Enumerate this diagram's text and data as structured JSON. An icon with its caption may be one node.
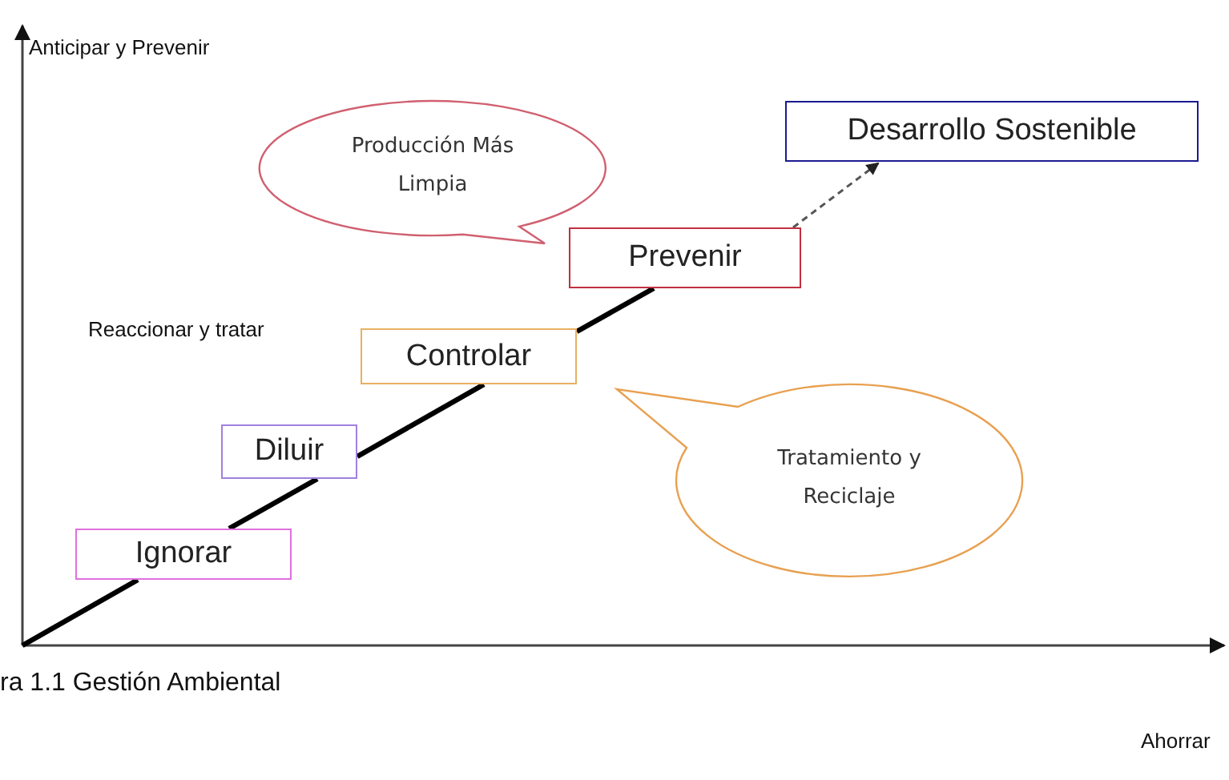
{
  "diagram": {
    "caption": "ra 1.1 Gestión Ambiental",
    "nodes": [
      {
        "text": [
          "Producción Más Limpia"
        ]
      },
      {
        "text": [
          "Desarrollo Sostenible"
        ]
      },
      {
        "text": [
          "Prevenir"
        ]
      },
      {
        "text": [
          "Controlar"
        ]
      },
      {
        "text": [
          "Tratamiento y Reciclaje"
        ]
      },
      {
        "text": [
          "Diluir"
        ]
      },
      {
        "text": [
          "Ignorar"
        ]
      }
    ],
    "edges": [
      {
        "from": null,
        "to": 6,
        "arrow": "none"
      },
      {
        "from": 6,
        "to": 5,
        "arrow": "none"
      },
      {
        "from": 5,
        "to": 3,
        "arrow": "none"
      },
      {
        "from": 3,
        "to": 2,
        "arrow": "none"
      },
      {
        "from": 2,
        "to": 1,
        "arrow": "to",
        "style": "dashed"
      }
    ],
    "labels": [
      "Anticipar y Prevenir",
      "Reaccionar y tratar",
      "Ahorrar"
    ]
  }
}
